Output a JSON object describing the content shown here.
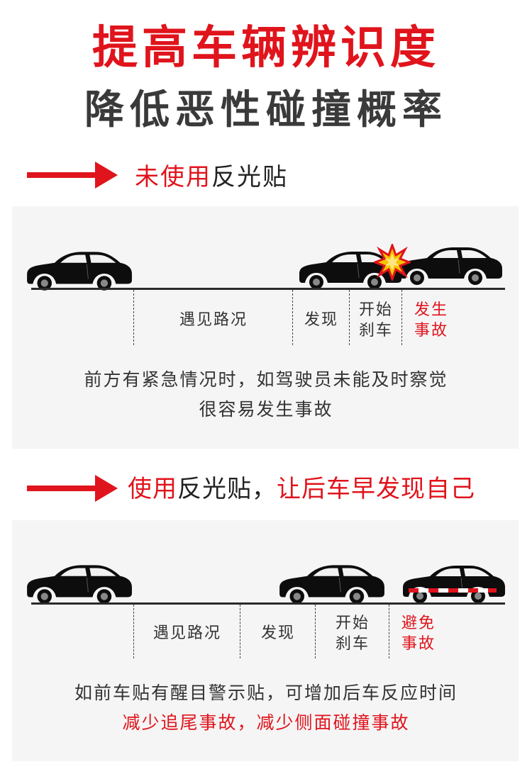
{
  "header": {
    "title": "提高车辆辨识度",
    "subtitle": "降低恶性碰撞概率"
  },
  "section1": {
    "heading_red": "未使用",
    "heading_dark": "反光贴",
    "labels": {
      "encounter": "遇见路况",
      "discover": "发现",
      "brake_line1": "开始",
      "brake_line2": "刹车",
      "result_line1": "发生",
      "result_line2": "事故"
    },
    "desc_line1": "前方有紧急情况时，如驾驶员未能及时察觉",
    "desc_line2": "很容易发生事故"
  },
  "section2": {
    "heading_red1": "使用",
    "heading_dark": "反光贴，",
    "heading_red2": "让后车早发现自己",
    "labels": {
      "encounter": "遇见路况",
      "discover": "发现",
      "brake_line1": "开始",
      "brake_line2": "刹车",
      "result_line1": "避免",
      "result_line2": "事故"
    },
    "desc_line1": "如前车贴有醒目警示贴，可增加后车反应时间",
    "desc_line2": "减少追尾事故，减少侧面碰撞事故"
  },
  "colors": {
    "accent_red": "#e0141c",
    "text_dark": "#333333",
    "panel_bg": "#f5f5f5"
  },
  "icons": [
    "arrow-right-icon",
    "car-icon",
    "collision-burst-icon",
    "reflective-strip-icon"
  ]
}
